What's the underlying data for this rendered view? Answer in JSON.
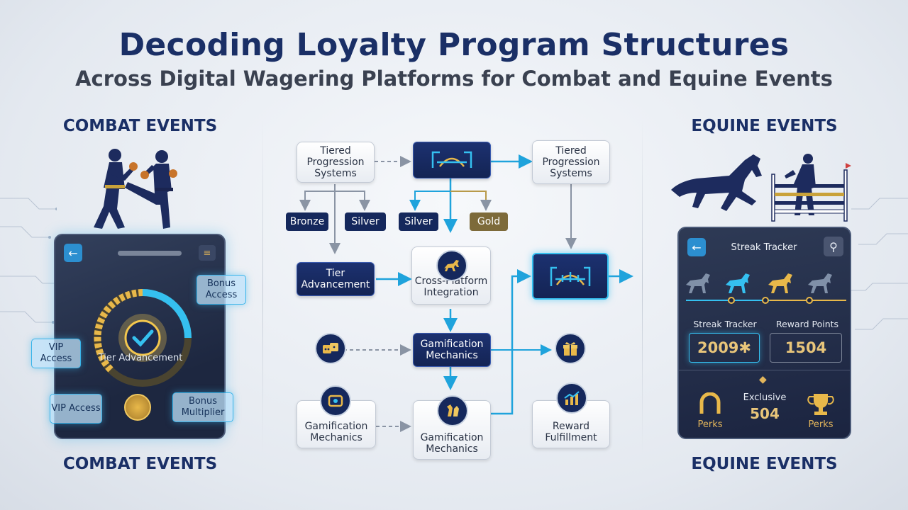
{
  "header": {
    "title": "Decoding Loyalty Program Structures",
    "subtitle": "Across Digital Wagering Platforms for Combat and Equine Events"
  },
  "left": {
    "heading_top": "COMBAT EVENTS",
    "heading_bottom": "COMBAT EVENTS",
    "phone": {
      "bonus_access": "Bonus Access",
      "vip_access_side": "VIP Access",
      "tier_label": "Tier Advancement",
      "vip_access": "VIP Access",
      "bonus_multiplier": "Bonus Multiplier"
    }
  },
  "flow": {
    "tiered_left": "Tiered Progression Systems",
    "tiered_right": "Tiered Progression Systems",
    "tiers": [
      "Bronze",
      "Silver",
      "Silver",
      "Gold"
    ],
    "tier_advancement": "Tier Advancement",
    "cross_platform": "Cross-Platform Integration",
    "gamification_center": "Gamification Mechanics",
    "gamification_left": "Gamification Mechanics",
    "gamification_bottom": "Gamification Mechanics",
    "reward_fulfillment": "Reward Fulfillment"
  },
  "right": {
    "heading_top": "EQUINE EVENTS",
    "heading_bottom": "EQUINE EVENTS",
    "panel": {
      "title": "Streak Tracker",
      "streak_label": "Streak Tracker",
      "reward_label": "Reward Points",
      "streak_value": "2009✱",
      "reward_value": "1504",
      "exclusive_label": "Exclusive",
      "exclusive_value": "504",
      "perks_left": "Perks",
      "perks_right": "Perks"
    }
  },
  "colors": {
    "navy": "#15285c",
    "accent_blue": "#2aa8e0",
    "gold": "#e2b55b"
  }
}
